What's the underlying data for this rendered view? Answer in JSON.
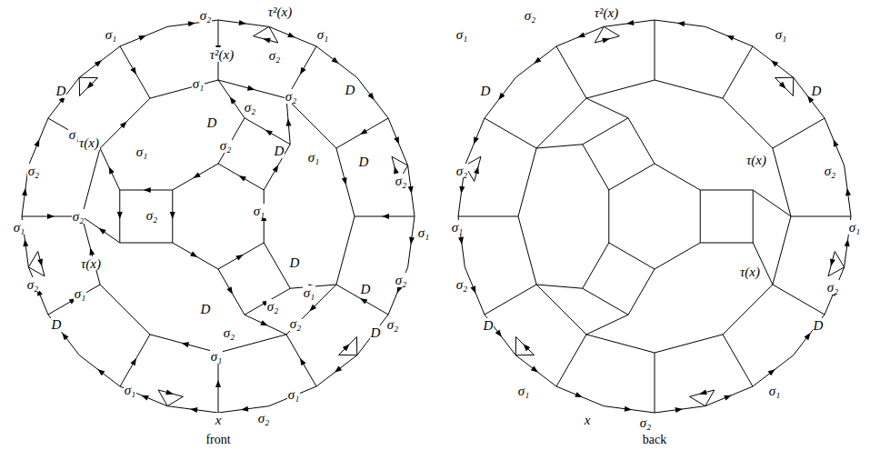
{
  "diagram": {
    "labels": [
      "σ₂",
      "τ²(x)",
      "σ₁",
      "τ²(x)",
      "σ₂",
      "σ₁",
      "σ₁",
      "σ₂",
      "D",
      "D",
      "σ₁",
      "D",
      "σ₂",
      "σ₂",
      "τ(x)",
      "σ₁",
      "σ₂",
      "σ₁",
      "D",
      "D",
      "σ₂",
      "σ₂",
      "σ₂",
      "σ₁",
      "σ₁",
      "σ₁",
      "σ₂",
      "τ(x)",
      "σ₁",
      "σ₁",
      "D",
      "D",
      "σ₂",
      "σ₂",
      "D",
      "D",
      "σ₂",
      "σ₂",
      "σ₂",
      "D",
      "σ₁",
      "σ₁",
      "σ₁",
      "x",
      "σ₂",
      "σ₂",
      "τ²(x)",
      "σ₁",
      "σ₁",
      "D",
      "D",
      "σ₂",
      "σ₂",
      "τ(x)",
      "σ₁",
      "σ₁",
      "σ₂",
      "τ(x)",
      "σ₂",
      "D",
      "D",
      "σ₁",
      "σ₁",
      "x",
      "σ₂",
      "front",
      "back"
    ]
  }
}
